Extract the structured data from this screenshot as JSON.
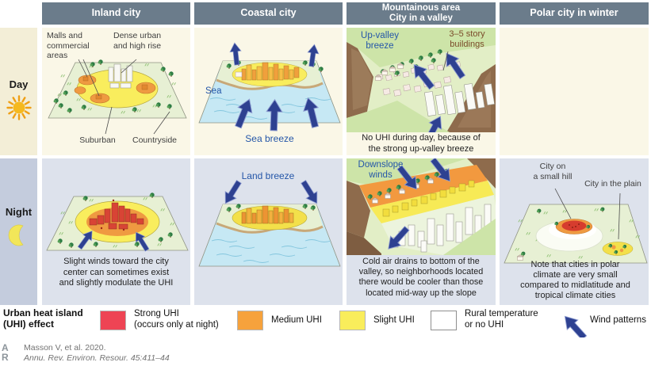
{
  "figure": {
    "columns": [
      "Inland city",
      "Coastal city",
      "Mountainous area\nCity in a valley",
      "Polar city in winter"
    ],
    "rows": {
      "day": "Day",
      "night": "Night"
    }
  },
  "icons": {
    "day": "sun-icon",
    "night": "moon-icon",
    "wind": "wind-arrow-icon"
  },
  "cells": {
    "inland_day": {
      "malls": "Malls and\ncommercial\nareas",
      "dense": "Dense urban\nand high rise",
      "suburban": "Suburban",
      "countryside": "Countryside"
    },
    "coastal_day": {
      "sea": "Sea",
      "breeze": "Sea breeze"
    },
    "mountain_day": {
      "breeze": "Up-valley\nbreeze",
      "buildings": "3–5 story\nbuildings",
      "caption": "No UHI during day, because of\nthe strong up-valley breeze"
    },
    "inland_night": {
      "caption": "Slight winds toward the city\ncenter can sometimes exist\nand slightly modulate the UHI"
    },
    "coastal_night": {
      "breeze": "Land breeze"
    },
    "mountain_night": {
      "winds": "Downslope\nwinds",
      "caption": "Cold air drains to bottom of the\nvalley, so neighborhoods located\nthere would be cooler than those\nlocated mid-way up the slope"
    },
    "polar_night": {
      "hill": "City on\na small hill",
      "plain": "City in the plain",
      "caption": "Note that cities in polar\nclimate are very small\ncompared to midlatitude and\ntropical climate cities"
    }
  },
  "legend": {
    "title": "Urban heat island\n(UHI) effect",
    "items": [
      {
        "label": "Strong UHI\n(occurs only at night)",
        "color": "#ee4454"
      },
      {
        "label": "Medium UHI",
        "color": "#f6a23c"
      },
      {
        "label": "Slight UHI",
        "color": "#f9ed5b"
      },
      {
        "label": "Rural temperature\nor no UHI",
        "color": "#ffffff"
      }
    ],
    "wind_label": "Wind patterns",
    "wind_color": "#2e4191"
  },
  "citation": {
    "logo_a": "A",
    "logo_r": "R",
    "line1": "Masson V, et al. 2020.",
    "line2": "Annu. Rev. Environ. Resour. 45:411–44"
  },
  "colors": {
    "header_bg": "#6b7c8b",
    "day_row_bg": "#faf7e7",
    "day_label_bg": "#f3eed7",
    "night_row_bg": "#dde2ec",
    "night_label_bg": "#c4ccdd",
    "strong_uhi": "#ee4454",
    "medium_uhi": "#f6a23c",
    "slight_uhi": "#f9ed5b",
    "rural_white": "#ffffff",
    "wind_arrow_blue": "#2e4191",
    "breeze_text_blue": "#2456a8"
  }
}
